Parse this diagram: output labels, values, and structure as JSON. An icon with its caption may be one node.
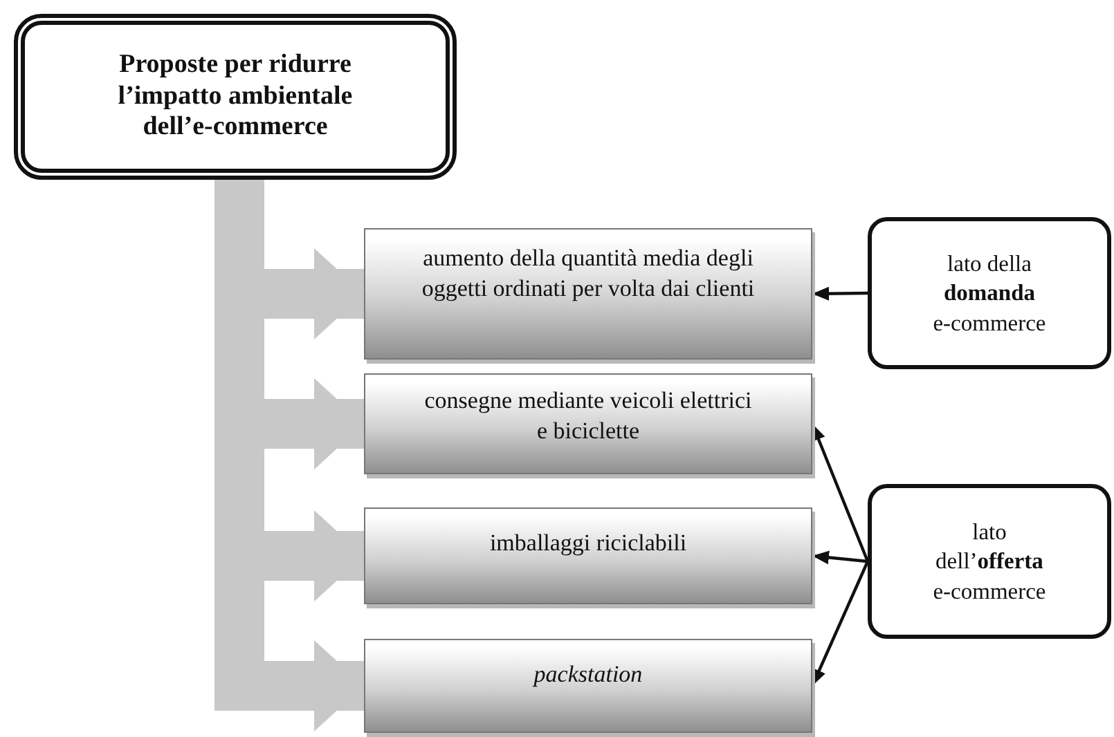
{
  "diagram": {
    "nodes": [
      {
        "text": [
          "Proposte per ridurre l’impatto ambientale dell’e-commerce"
        ]
      },
      {
        "text": [
          "aumento della quantità media degli oggetti ordinati per volta dai clienti"
        ]
      },
      {
        "text": [
          "consegne mediante veicoli elettrici e biciclette"
        ]
      },
      {
        "text": [
          "imballaggi riciclabili"
        ]
      },
      {
        "text": [
          "packstation"
        ]
      },
      {
        "text": [
          "lato della **domanda** e-commerce"
        ]
      },
      {
        "text": [
          "lato dell’**offerta** e-commerce"
        ]
      }
    ],
    "edges": [
      {
        "from": 0,
        "to": 1,
        "arrow": "to",
        "style": "thick",
        "color": "#c8c8c8"
      },
      {
        "from": 0,
        "to": 2,
        "arrow": "to",
        "style": "thick",
        "color": "#c8c8c8"
      },
      {
        "from": 0,
        "to": 3,
        "arrow": "to",
        "style": "thick",
        "color": "#c8c8c8"
      },
      {
        "from": 0,
        "to": 4,
        "arrow": "to",
        "style": "thick",
        "color": "#c8c8c8"
      },
      {
        "from": 5,
        "to": 1,
        "arrow": "to",
        "color": "#111111"
      },
      {
        "from": 6,
        "to": 2,
        "arrow": "to",
        "color": "#111111"
      },
      {
        "from": 6,
        "to": 3,
        "arrow": "to",
        "color": "#111111"
      },
      {
        "from": 6,
        "to": 4,
        "arrow": "to",
        "color": "#111111"
      }
    ]
  }
}
